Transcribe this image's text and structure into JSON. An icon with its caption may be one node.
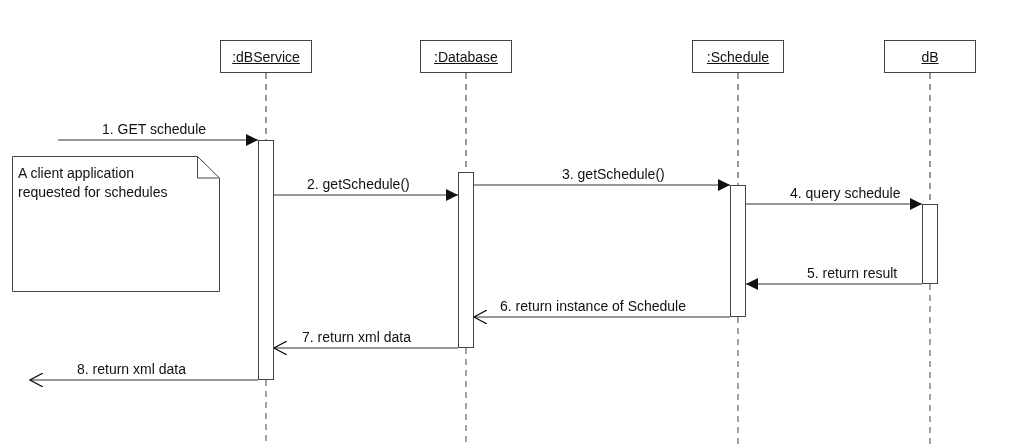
{
  "diagram": {
    "nodes": [
      {
        "text": [
          ":dBService"
        ]
      },
      {
        "text": [
          ":Database"
        ]
      },
      {
        "text": [
          ":Schedule"
        ]
      },
      {
        "text": [
          "dB"
        ]
      },
      {
        "text": [
          "A client application requested for schedules"
        ]
      },
      {
        "text": [],
        "shape": "bar"
      },
      {
        "text": [],
        "shape": "bar"
      },
      {
        "text": [],
        "shape": "bar"
      },
      {
        "text": [],
        "shape": "bar"
      }
    ],
    "edges": [
      {
        "from": null,
        "to": 5,
        "arrow": "to",
        "label": "1. GET schedule"
      },
      {
        "from": 5,
        "to": 6,
        "arrow": "to",
        "label": "2. getSchedule()"
      },
      {
        "from": 6,
        "to": 7,
        "arrow": "to",
        "label": "3. getSchedule()"
      },
      {
        "from": 7,
        "to": 8,
        "arrow": "to",
        "label": "4. query schedule"
      },
      {
        "from": 8,
        "to": 7,
        "arrow": "to",
        "label": "5. return result"
      },
      {
        "from": 7,
        "to": 6,
        "arrow": "to",
        "label": "6. return instance of Schedule"
      },
      {
        "from": 6,
        "to": 5,
        "arrow": "to",
        "label": "7. return xml data"
      },
      {
        "from": 5,
        "to": null,
        "arrow": "to",
        "label": "8. return xml data"
      },
      {
        "from": 0,
        "to": 5,
        "arrow": "none",
        "style": "dashed"
      },
      {
        "from": 1,
        "to": 6,
        "arrow": "none",
        "style": "dashed"
      },
      {
        "from": 2,
        "to": 7,
        "arrow": "none",
        "style": "dashed"
      },
      {
        "from": 3,
        "to": 8,
        "arrow": "none",
        "style": "dashed"
      }
    ]
  }
}
